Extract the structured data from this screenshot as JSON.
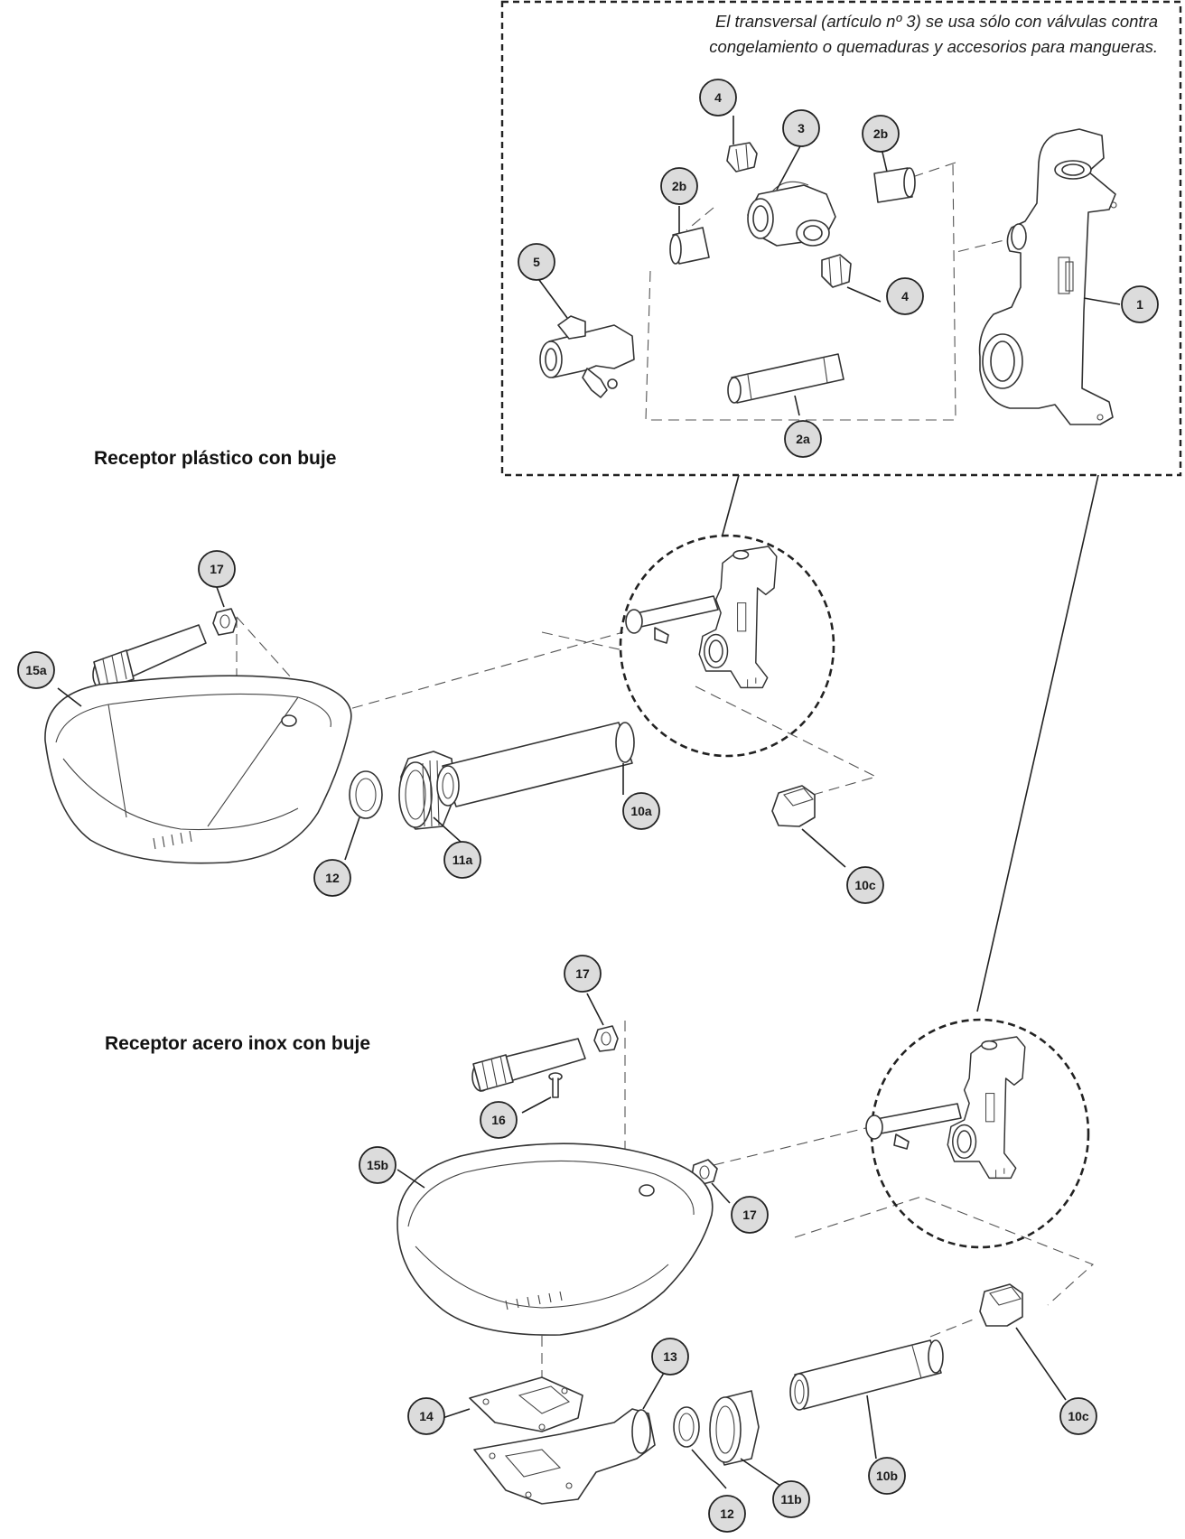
{
  "note": {
    "line1": "El transversal (artículo nº 3) se usa sólo con válvulas contra",
    "line2": "congelamiento o quemaduras y accesorios para mangueras."
  },
  "sections": {
    "plastic": "Receptor plástico con buje",
    "stainless": "Receptor acero inox con buje"
  },
  "callouts": {
    "c1": "1",
    "c2a": "2a",
    "c2b_left": "2b",
    "c2b_right": "2b",
    "c3": "3",
    "c4_top": "4",
    "c4_bottom": "4",
    "c5": "5",
    "p_17": "17",
    "p_15a": "15a",
    "p_12": "12",
    "p_11a": "11a",
    "p_10a": "10a",
    "p_10c": "10c",
    "s_17_top": "17",
    "s_16": "16",
    "s_15b": "15b",
    "s_17_right": "17",
    "s_10c": "10c",
    "s_13": "13",
    "s_14": "14",
    "s_12": "12",
    "s_11b": "11b",
    "s_10b": "10b"
  }
}
